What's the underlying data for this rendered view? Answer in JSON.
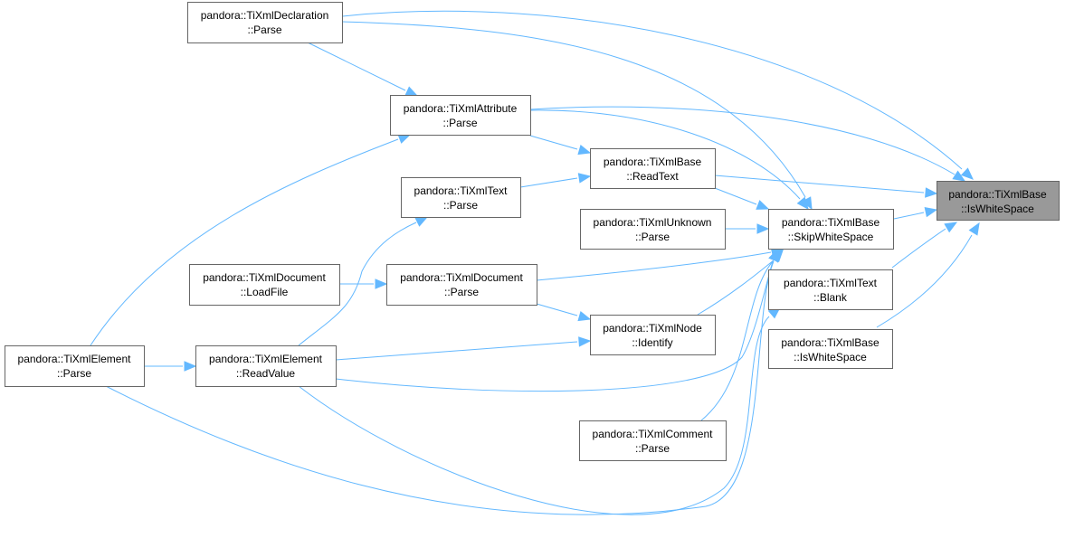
{
  "colors": {
    "edge": "#63b8ff",
    "node_border": "#666666",
    "node_fill": "#ffffff",
    "root_fill": "#999999"
  },
  "nodes": {
    "tixmlbase_iswhitespace_root": [
      "pandora::TiXmlBase",
      "::IsWhiteSpace"
    ],
    "tixmlbase_skipwhitespace": [
      "pandora::TiXmlBase",
      "::SkipWhiteSpace"
    ],
    "tixmltext_blank": [
      "pandora::TiXmlText",
      "::Blank"
    ],
    "tixmlbase_iswhitespace_overload": [
      "pandora::TiXmlBase",
      "::IsWhiteSpace"
    ],
    "tixmlbase_readtext": [
      "pandora::TiXmlBase",
      "::ReadText"
    ],
    "tixmlattribute_parse": [
      "pandora::TiXmlAttribute",
      "::Parse"
    ],
    "tixmldeclaration_parse": [
      "pandora::TiXmlDeclaration",
      "::Parse"
    ],
    "tixmltext_parse": [
      "pandora::TiXmlText",
      "::Parse"
    ],
    "tixmlunknown_parse": [
      "pandora::TiXmlUnknown",
      "::Parse"
    ],
    "tixmldocument_loadfile": [
      "pandora::TiXmlDocument",
      "::LoadFile"
    ],
    "tixmldocument_parse": [
      "pandora::TiXmlDocument",
      "::Parse"
    ],
    "tixmlnode_identify": [
      "pandora::TiXmlNode",
      "::Identify"
    ],
    "tixmlelement_parse": [
      "pandora::TiXmlElement",
      "::Parse"
    ],
    "tixmlelement_readvalue": [
      "pandora::TiXmlElement",
      "::ReadValue"
    ],
    "tixmlcomment_parse": [
      "pandora::TiXmlComment",
      "::Parse"
    ]
  }
}
